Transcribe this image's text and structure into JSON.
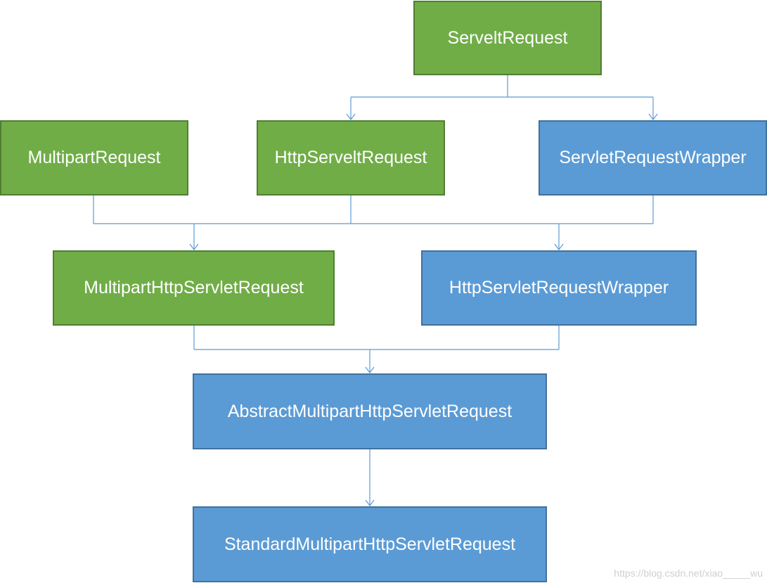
{
  "nodes": {
    "servletRequest": "ServeltRequest",
    "multipartRequest": "MultipartRequest",
    "httpServletRequest": "HttpServeltRequest",
    "servletRequestWrapper": "ServletRequestWrapper",
    "multipartHttpServletRequest": "MultipartHttpServletRequest",
    "httpServletRequestWrapper": "HttpServletRequestWrapper",
    "abstractMultipartHttpServletRequest": "AbstractMultipartHttpServletRequest",
    "standardMultipartHttpServletRequest": "StandardMultipartHttpServletRequest"
  },
  "edges": [
    {
      "from": "servletRequest",
      "to": "httpServletRequest"
    },
    {
      "from": "servletRequest",
      "to": "servletRequestWrapper"
    },
    {
      "from": "multipartRequest",
      "to": "multipartHttpServletRequest"
    },
    {
      "from": "httpServletRequest",
      "to": "multipartHttpServletRequest"
    },
    {
      "from": "httpServletRequest",
      "to": "httpServletRequestWrapper"
    },
    {
      "from": "servletRequestWrapper",
      "to": "httpServletRequestWrapper"
    },
    {
      "from": "multipartHttpServletRequest",
      "to": "abstractMultipartHttpServletRequest"
    },
    {
      "from": "httpServletRequestWrapper",
      "to": "abstractMultipartHttpServletRequest"
    },
    {
      "from": "abstractMultipartHttpServletRequest",
      "to": "standardMultipartHttpServletRequest"
    }
  ],
  "colors": {
    "green_fill": "#70ad47",
    "green_border": "#507e32",
    "blue_fill": "#5b9bd5",
    "blue_border": "#41719c",
    "connector": "#5b9bd5"
  },
  "watermark": "https://blog.csdn.net/xiao_____wu"
}
